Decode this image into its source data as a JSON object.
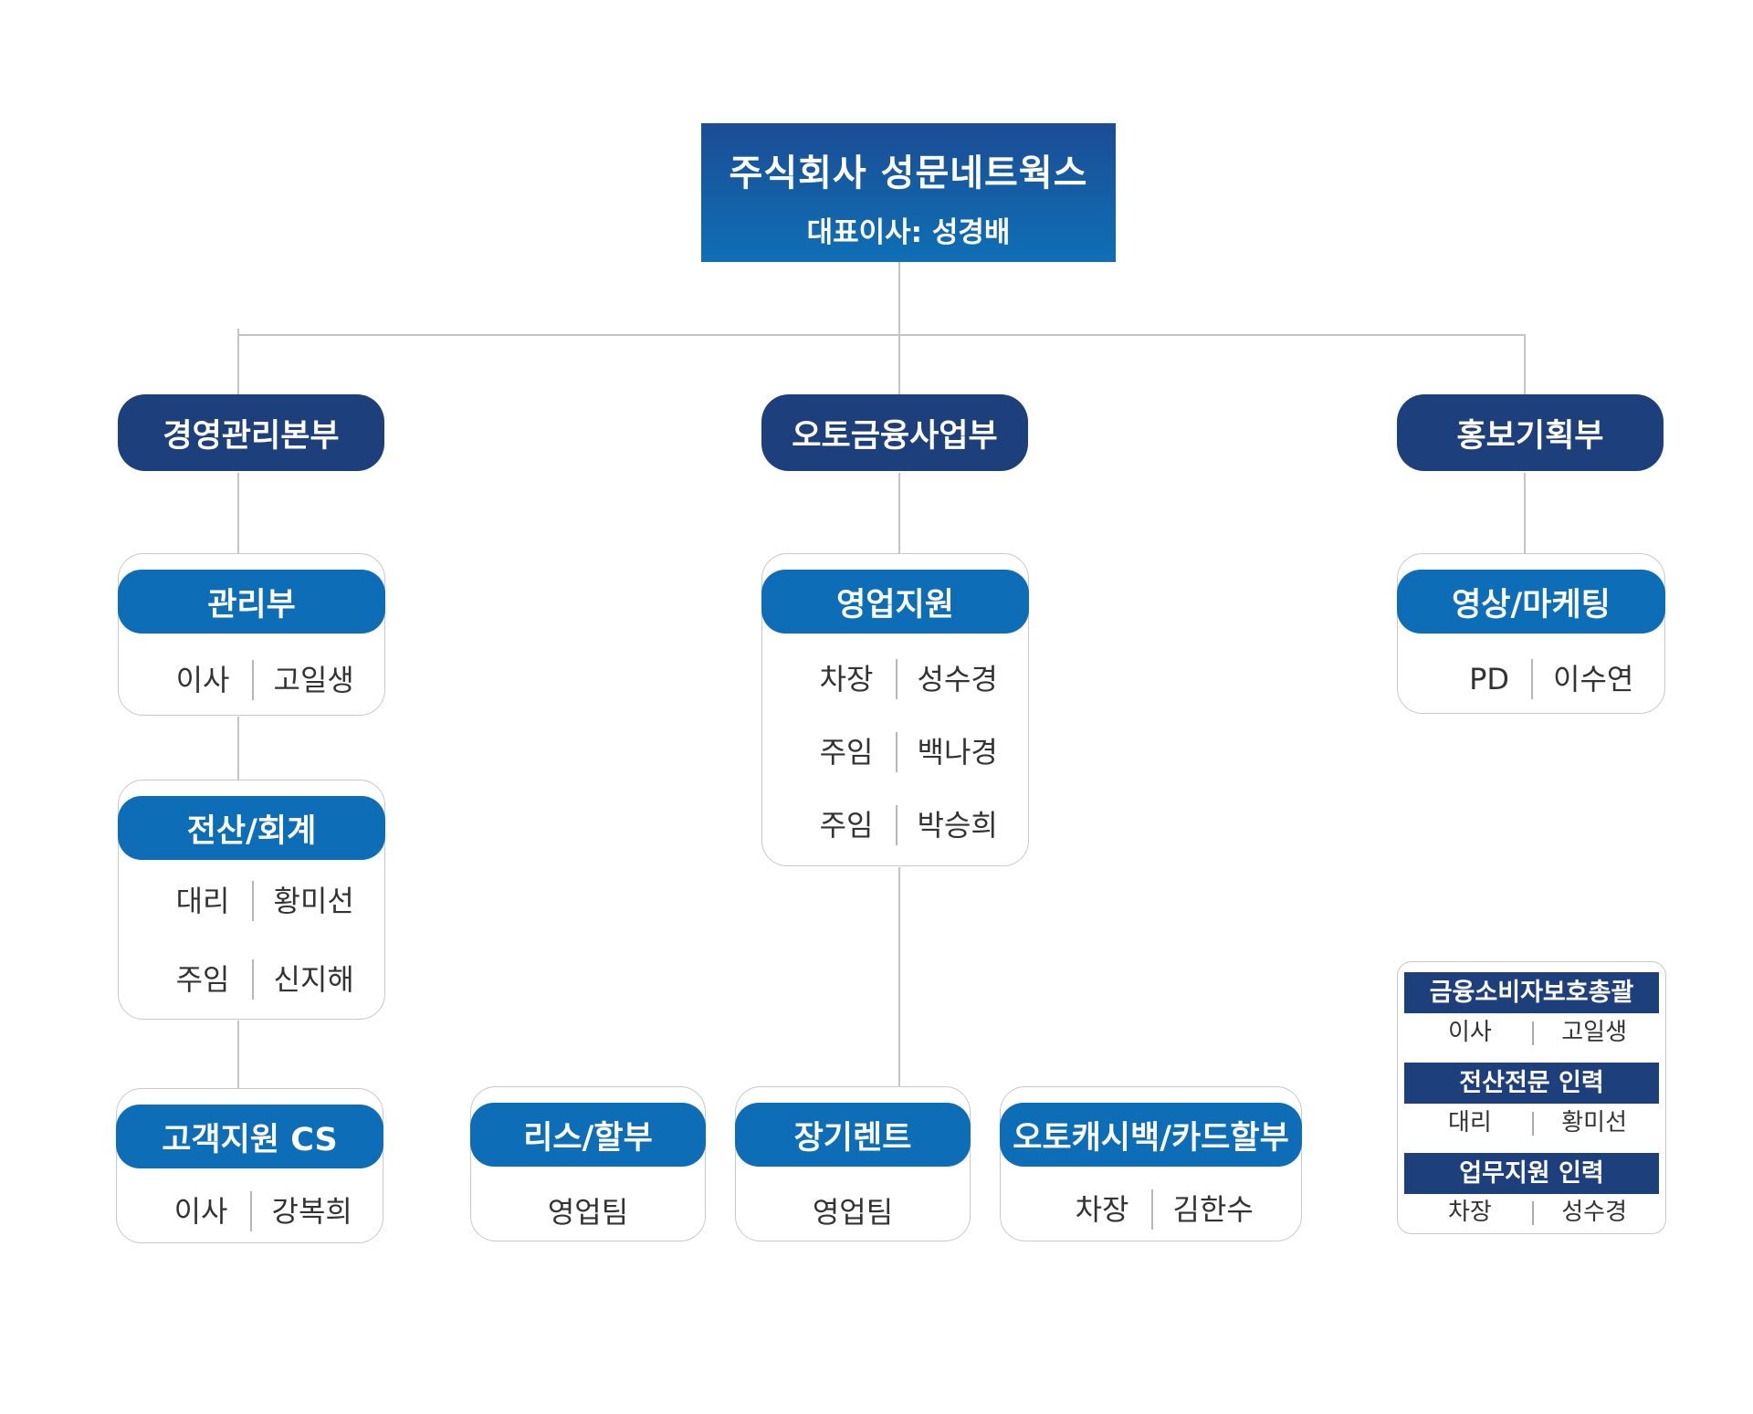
{
  "ceo": {
    "company": "주식회사 성문네트웍스",
    "rep": "대표이사: 성경배"
  },
  "divisions": {
    "mgmt": "경영관리본부",
    "auto": "오토금융사업부",
    "pr": "홍보기획부"
  },
  "admin": {
    "title": "관리부",
    "rows": [
      {
        "role": "이사",
        "name": "고일생"
      }
    ]
  },
  "it_acct": {
    "title": "전산/회계",
    "rows": [
      {
        "role": "대리",
        "name": "황미선"
      },
      {
        "role": "주임",
        "name": "신지해"
      }
    ]
  },
  "cs": {
    "title": "고객지원 CS",
    "rows": [
      {
        "role": "이사",
        "name": "강복희"
      }
    ]
  },
  "sales": {
    "title": "영업지원",
    "rows": [
      {
        "role": "차장",
        "name": "성수경"
      },
      {
        "role": "주임",
        "name": "백나경"
      },
      {
        "role": "주임",
        "name": "박승희"
      }
    ]
  },
  "media": {
    "title": "영상/마케팅",
    "rows": [
      {
        "role": "PD",
        "name": "이수연"
      }
    ]
  },
  "lease": {
    "title": "리스/할부",
    "text": "영업팀"
  },
  "rent": {
    "title": "장기렌트",
    "text": "영업팀"
  },
  "cashback": {
    "title": "오토캐시백/카드할부",
    "rows": [
      {
        "role": "차장",
        "name": "김한수"
      }
    ]
  },
  "side": {
    "sections": [
      {
        "title": "금융소비자보호총괄",
        "role": "이사",
        "name": "고일생"
      },
      {
        "title": "전산전문 인력",
        "role": "대리",
        "name": "황미선"
      },
      {
        "title": "업무지원 인력",
        "role": "차장",
        "name": "성수경"
      }
    ]
  },
  "colors": {
    "navy": "#1d3f7b",
    "blue": "#0d6db6",
    "line": "#c4c4c4"
  }
}
